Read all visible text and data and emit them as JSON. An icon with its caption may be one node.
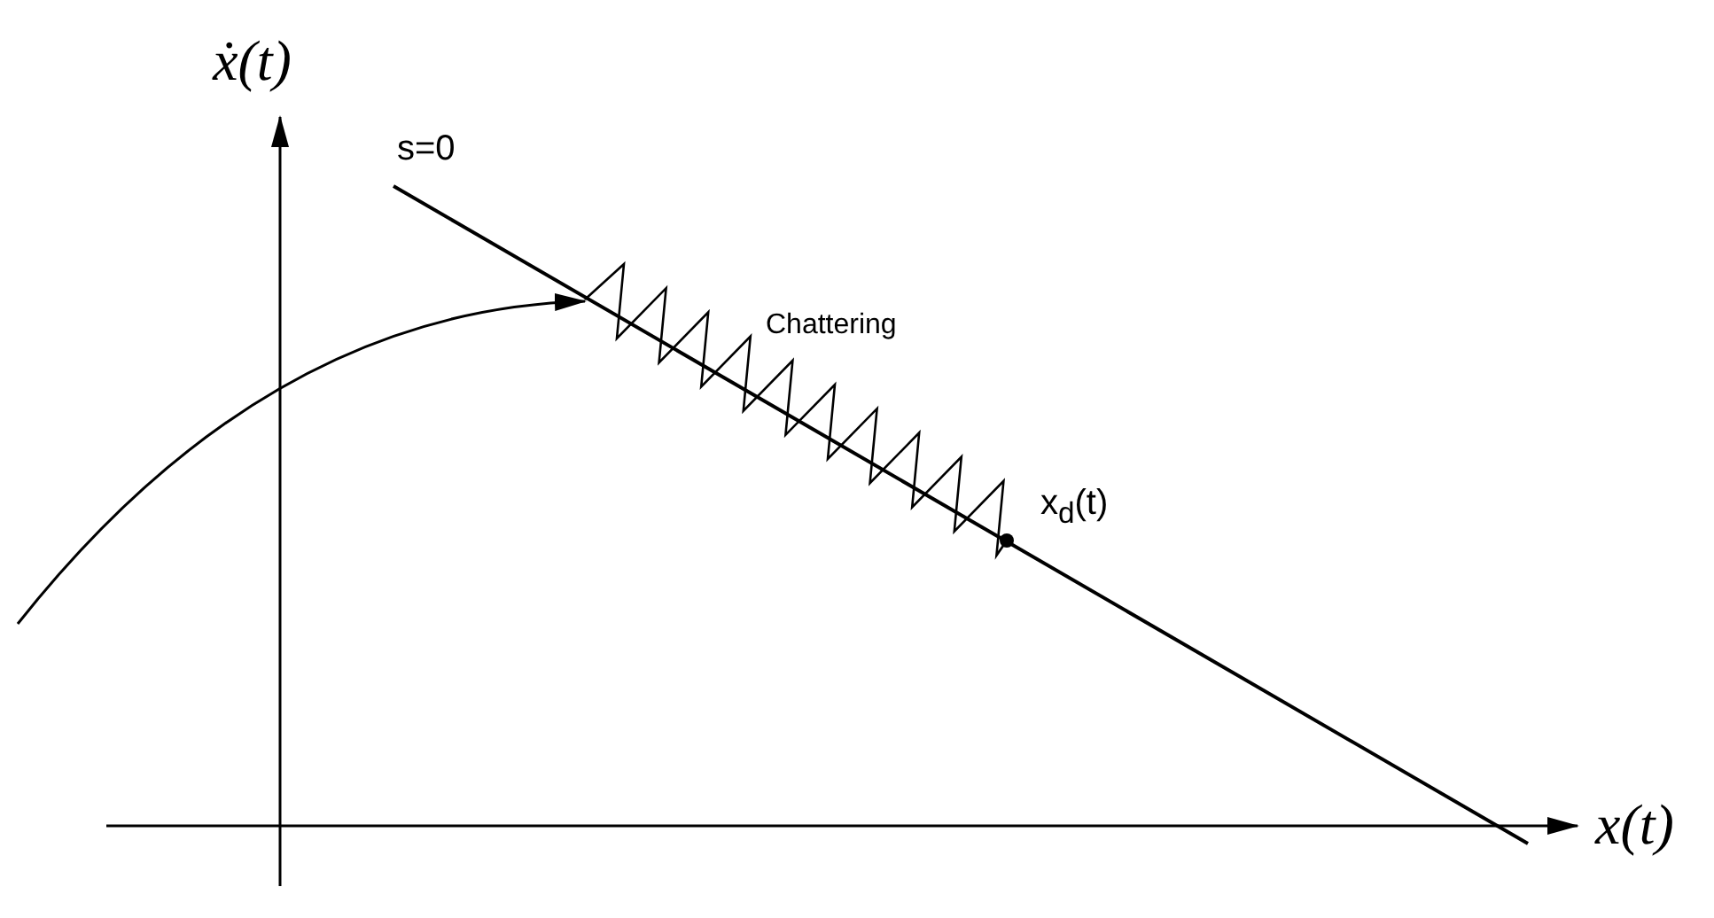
{
  "diagram": {
    "labels": [
      "ẋ(t)",
      "s=0",
      "Chattering",
      "x$_{d}$(t)",
      "x(t)"
    ]
  }
}
